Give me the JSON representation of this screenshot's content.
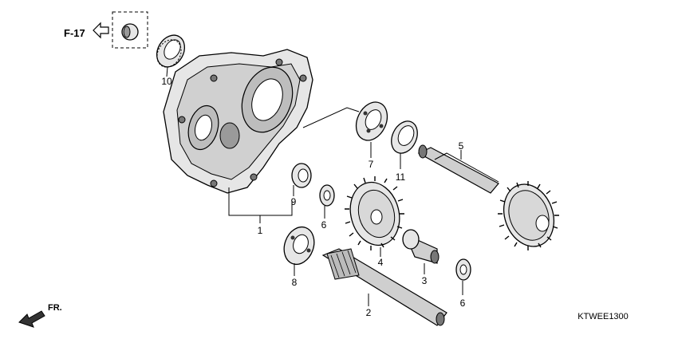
{
  "reference": {
    "code": "F-17"
  },
  "direction": {
    "label": "FR."
  },
  "diagram_code": "KTWEE1300",
  "callouts": [
    {
      "id": "c1",
      "label": "1"
    },
    {
      "id": "c2",
      "label": "2"
    },
    {
      "id": "c3",
      "label": "3"
    },
    {
      "id": "c4",
      "label": "4"
    },
    {
      "id": "c5",
      "label": "5"
    },
    {
      "id": "c6a",
      "label": "6"
    },
    {
      "id": "c6b",
      "label": "6"
    },
    {
      "id": "c7",
      "label": "7"
    },
    {
      "id": "c8",
      "label": "8"
    },
    {
      "id": "c9",
      "label": "9"
    },
    {
      "id": "c10",
      "label": "10"
    },
    {
      "id": "c11",
      "label": "11"
    }
  ]
}
